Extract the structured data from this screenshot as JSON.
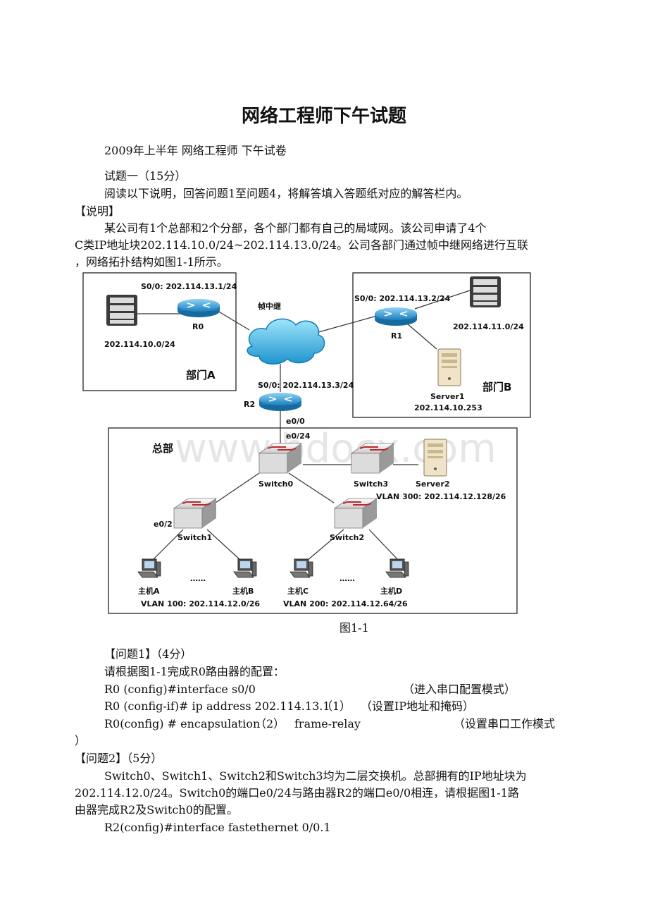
{
  "doc": {
    "title": "网络工程师下午试题",
    "subtitle": "2009年上半年 网络工程师 下午试卷",
    "q_heading": "试题一（15分）",
    "instruction": "阅读以下说明，回答问题1至问题4，将解答填入答题纸对应的解答栏内。",
    "desc_label": "【说明】",
    "desc_line1": "某公司有1个总部和2个分部，各个部门都有自己的局域网。该公司申请了4个",
    "desc_line2": "C类IP地址块202.114.10.0/24~202.114.13.0/24。公司各部门通过帧中继网络进行互联",
    "desc_line3": "，网络拓扑结构如图1-1所示。",
    "fig_caption": "图1-1",
    "q1_heading": "【问题1】（4分）",
    "q1_intro": "请根据图1-1完成R0路由器的配置：",
    "cfg1_cmd": "R0 (config)#interface s0/0",
    "cfg1_note": "（进入串口配置模式）",
    "cfg2_cmd": "R0 (config-if)# ip address 202.114.13.1",
    "cfg2_blank": "（1）",
    "cfg2_note": "（设置IP地址和掩码）",
    "cfg3_cmd": "R0(config) # encapsulation",
    "cfg3_blank": "（2）",
    "cfg3_arg": "frame-relay",
    "cfg3_note": "（设置串口工作模式",
    "cfg3_cont": "）",
    "q2_heading": "【问题2】（5分）",
    "q2_line1": "Switch0、Switch1、Switch2和Switch3均为二层交换机。总部拥有的IP地址块为",
    "q2_line2": "202.114.12.0/24。Switch0的端口e0/24与路由器R2的端口e0/0相连，请根据图1-1路",
    "q2_line3": "由器完成R2及Switch0的配置。",
    "q2_cmd": "R2(config)#interface fastethernet 0/0.1"
  },
  "diagram": {
    "dept_a": "部门A",
    "dept_b": "部门B",
    "hq": "总部",
    "frame_relay": "帧中继",
    "r0": "R0",
    "r0_s00": "S0/0: 202.114.13.1/24",
    "net_a": "202.114.10.0/24",
    "r1": "R1",
    "r1_s00": "S0/0: 202.114.13.2/24",
    "net_b": "202.114.11.0/24",
    "server1": "Server1",
    "server1_ip": "202.114.10.253",
    "r2": "R2",
    "r2_s00": "S0/0: 202.114.13.3/24",
    "r2_e00": "e0/0",
    "sw0_e024": "e0/24",
    "switch0": "Switch0",
    "switch1": "Switch1",
    "switch2": "Switch2",
    "switch3": "Switch3",
    "server2": "Server2",
    "vlan300": "VLAN 300: 202.114.12.128/26",
    "sw1_e02": "e0/2",
    "host_a": "主机A",
    "host_b": "主机B",
    "host_c": "主机C",
    "host_d": "主机D",
    "dots": "……",
    "vlan100": "VLAN 100: 202.114.12.0/26",
    "vlan200": "VLAN 200: 202.114.12.64/26",
    "watermark": "www.bdocx.com"
  }
}
